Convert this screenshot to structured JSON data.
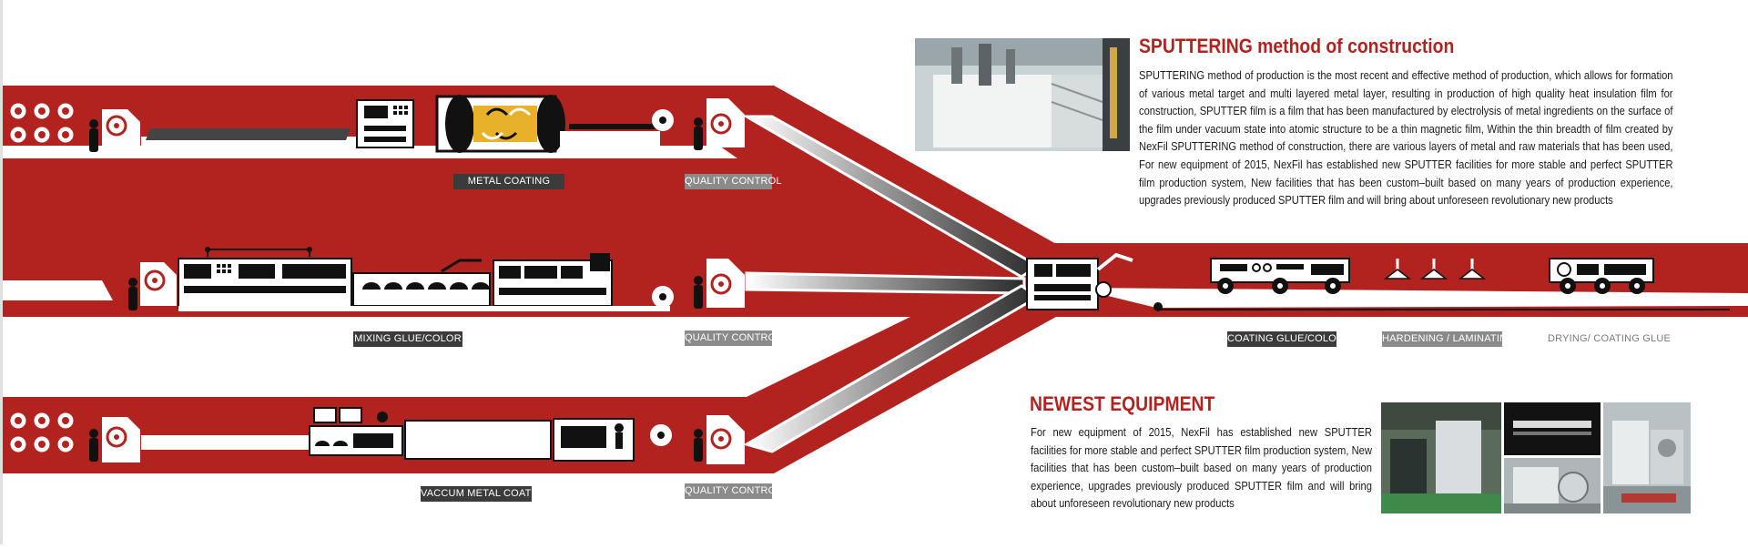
{
  "colors": {
    "band_red": "#b22320",
    "title_red": "#b22320",
    "label_dark": "#3b3b3b",
    "label_gray": "#8a8a8a",
    "machine_white": "#ffffff",
    "ink": "#111111"
  },
  "labels": {
    "metal_coating": "METAL COATING",
    "quality_control_1": "QUALITY CONTROL",
    "mixing_glue_color": "MIXING GLUE/COLOR",
    "quality_control_2": "QUALITY CONTROL",
    "vaccum_metal_coating": "VACCUM METAL COATING",
    "quality_control_3": "QUALITY CONTROL",
    "coating_glue_color": "COATING GLUE/COLOR",
    "hardening_laminating": "HARDENING / LAMINATING",
    "drying_coating_glue": "DRYING/ COATING GLUE"
  },
  "sputtering": {
    "title": "SPUTTERING method of construction",
    "body": "SPUTTERING method of production is the most recent and effective method of production, which allows for formation of various metal target and multi layered metal layer, resulting in production of high quality heat insulation film for construction, SPUTTER film is a film that has been manufactured by electrolysis of metal ingredients on the surface of the film under vacuum state into atomic structure to be a thin magnetic film, Within the thin breadth of film created by NexFil SPUTTERING method of construction, there are various layers of metal and raw materials that has been used, For new equipment of 2015, NexFil has established new SPUTTER facilities for more stable and perfect SPUTTER film production system, New facilities that has been custom–built based on many years of production experience, upgrades previously produced SPUTTER film and will bring about unforeseen revolutionary new products",
    "photo_icon": "sputtering-machine-photo"
  },
  "newest": {
    "title": "NEWEST EQUIPMENT",
    "body": "For new equipment of 2015, NexFil has established new SPUTTER facilities for more stable and perfect SPUTTER film production system, New facilities that has been custom–built based on many years of production experience, upgrades previously produced SPUTTER film and will bring about unforeseen revolutionary new products",
    "photos": [
      "factory-floor-photo",
      "lamp-row-photo",
      "machine-detail-photo",
      "clean-room-photo"
    ]
  }
}
